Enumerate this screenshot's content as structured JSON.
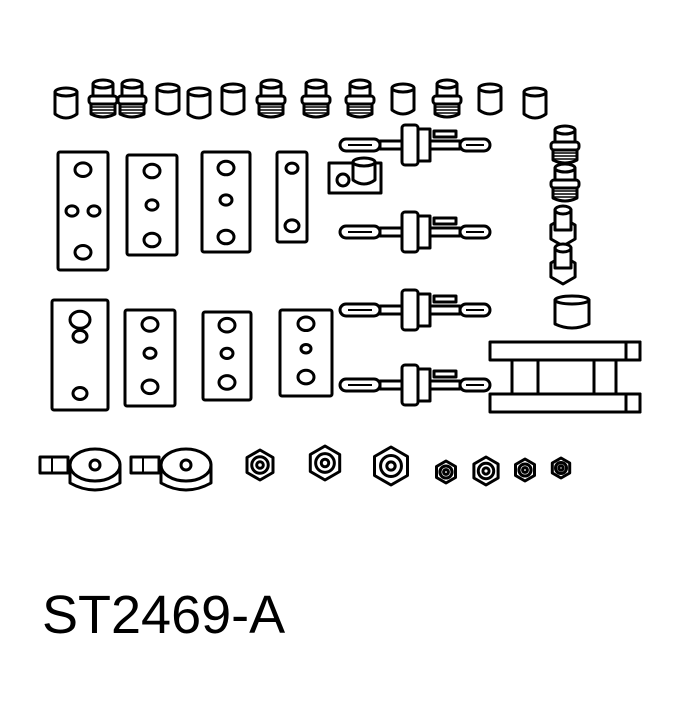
{
  "figure": {
    "code": "ST2469-A"
  },
  "colors": {
    "ink": "#000000",
    "paper": "#ffffff"
  },
  "components": {
    "top_row": [
      "plain-pin",
      "flanged-stud",
      "flanged-stud",
      "plain-pin",
      "plain-pin",
      "plain-pin",
      "flanged-stud",
      "flanged-stud",
      "flanged-stud",
      "plain-pin",
      "flanged-stud",
      "plain-pin",
      "plain-pin"
    ],
    "right_column": [
      "flanged-stud",
      "flanged-stud",
      "hex-stud",
      "hex-stud",
      "plain-pin"
    ],
    "plates_upper": [
      "plate",
      "plate",
      "plate",
      "plate-narrow"
    ],
    "plates_lower": [
      "plate",
      "plate",
      "plate",
      "plate"
    ],
    "valves": [
      "valve",
      "valve",
      "valve",
      "valve"
    ],
    "bottom_row": [
      "roller-pin",
      "roller-pin",
      "hex-nut",
      "hex-nut",
      "hex-nut",
      "hex-nut-small",
      "hex-nut",
      "hex-nut-small",
      "hex-nut-small"
    ]
  }
}
